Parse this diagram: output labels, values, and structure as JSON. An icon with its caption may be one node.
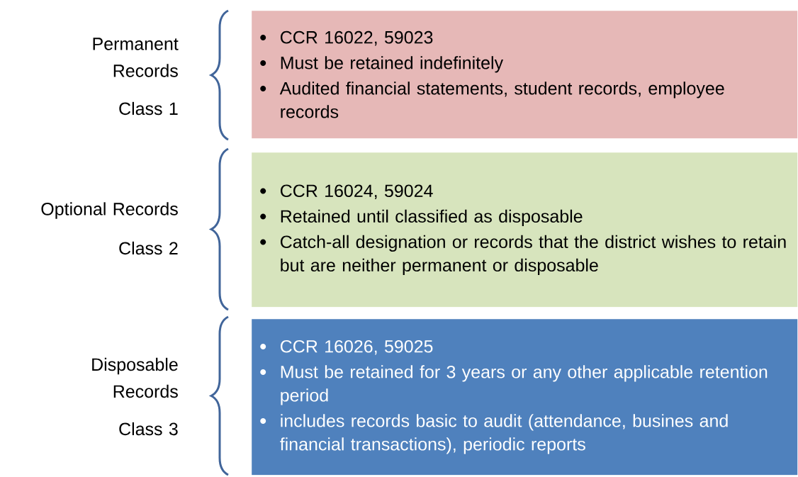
{
  "diagram": {
    "nodes": [
      {
        "text": [
          "CCR 16022, 59023",
          "Must be retained indefinitely",
          "Audited financial statements, student records, employee records"
        ],
        "beside": [
          "Permanent Records",
          "Class 1"
        ]
      },
      {
        "text": [
          "CCR 16024, 59024",
          "Retained until classified as disposable",
          "Catch-all designation or records that the district wishes to retain but are neither permanent or disposable"
        ],
        "beside": [
          "Optional Records",
          "Class 2"
        ]
      },
      {
        "text": [
          "CCR 16026, 59025",
          "Must be retained for 3 years or any other applicable retention period",
          "includes records basic to audit (attendance, busines and financial transactions), periodic reports"
        ],
        "beside": [
          "Disposable Records",
          "Class 3"
        ]
      }
    ]
  }
}
